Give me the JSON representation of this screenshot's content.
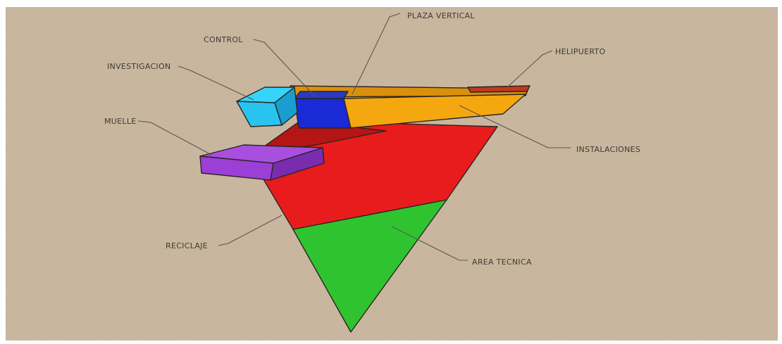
{
  "labels": {
    "plaza_vertical": "PLAZA VERTICAL",
    "control": "CONTROL",
    "helipuerto": "HELIPUERTO",
    "investigacion": "INVESTIGACION",
    "muelle": "MUELLE",
    "instalaciones": "INSTALACIONES",
    "reciclaje": "RECICLAJE",
    "area_tecnica": "AREA TECNICA"
  },
  "colors": {
    "background": "#cdb9a0",
    "reciclaje": "#e81c1c",
    "area_tecnica": "#2fc42f",
    "instalaciones": "#f5a70f",
    "plaza_vertical": "#1a2ad4",
    "investigacion": "#29c3f0",
    "muelle": "#9b3fd6",
    "helipuerto": "#c0391e"
  }
}
